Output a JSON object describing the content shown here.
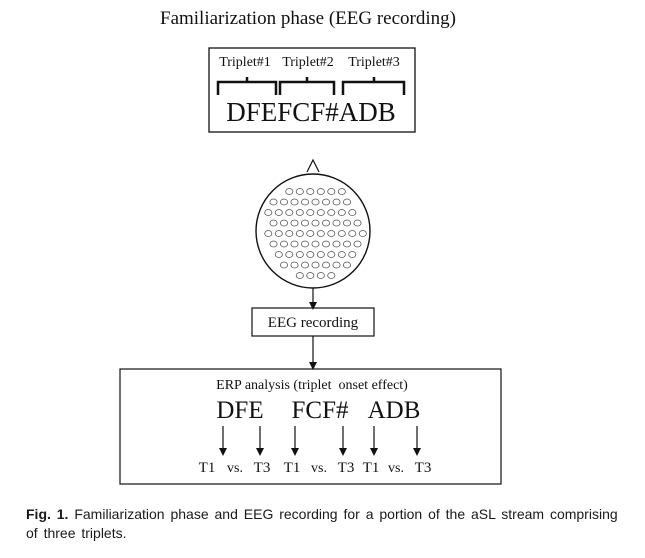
{
  "diagram": {
    "title": "Familiarization phase (EEG recording)",
    "stream_box": {
      "triplet_labels": [
        "Triplet#1",
        "Triplet#2",
        "Triplet#3"
      ],
      "sequence": "DFEFCF#ADB"
    },
    "recording_box": {
      "label": "EEG recording"
    },
    "analysis_box": {
      "title": "ERP analysis (triplet  onset effect)",
      "triplets": [
        "DFE",
        "FCF#",
        "ADB"
      ],
      "comparisons": [
        {
          "first": "T1",
          "vs": "vs.",
          "second": "T3"
        },
        {
          "first": "T1",
          "vs": "vs.",
          "second": "T3"
        },
        {
          "first": "T1",
          "vs": "vs.",
          "second": "T3"
        }
      ]
    }
  },
  "caption": {
    "label": "Fig. 1.",
    "text": "Familiarization phase and EEG recording for a portion of the aSL stream comprising of three triplets."
  }
}
